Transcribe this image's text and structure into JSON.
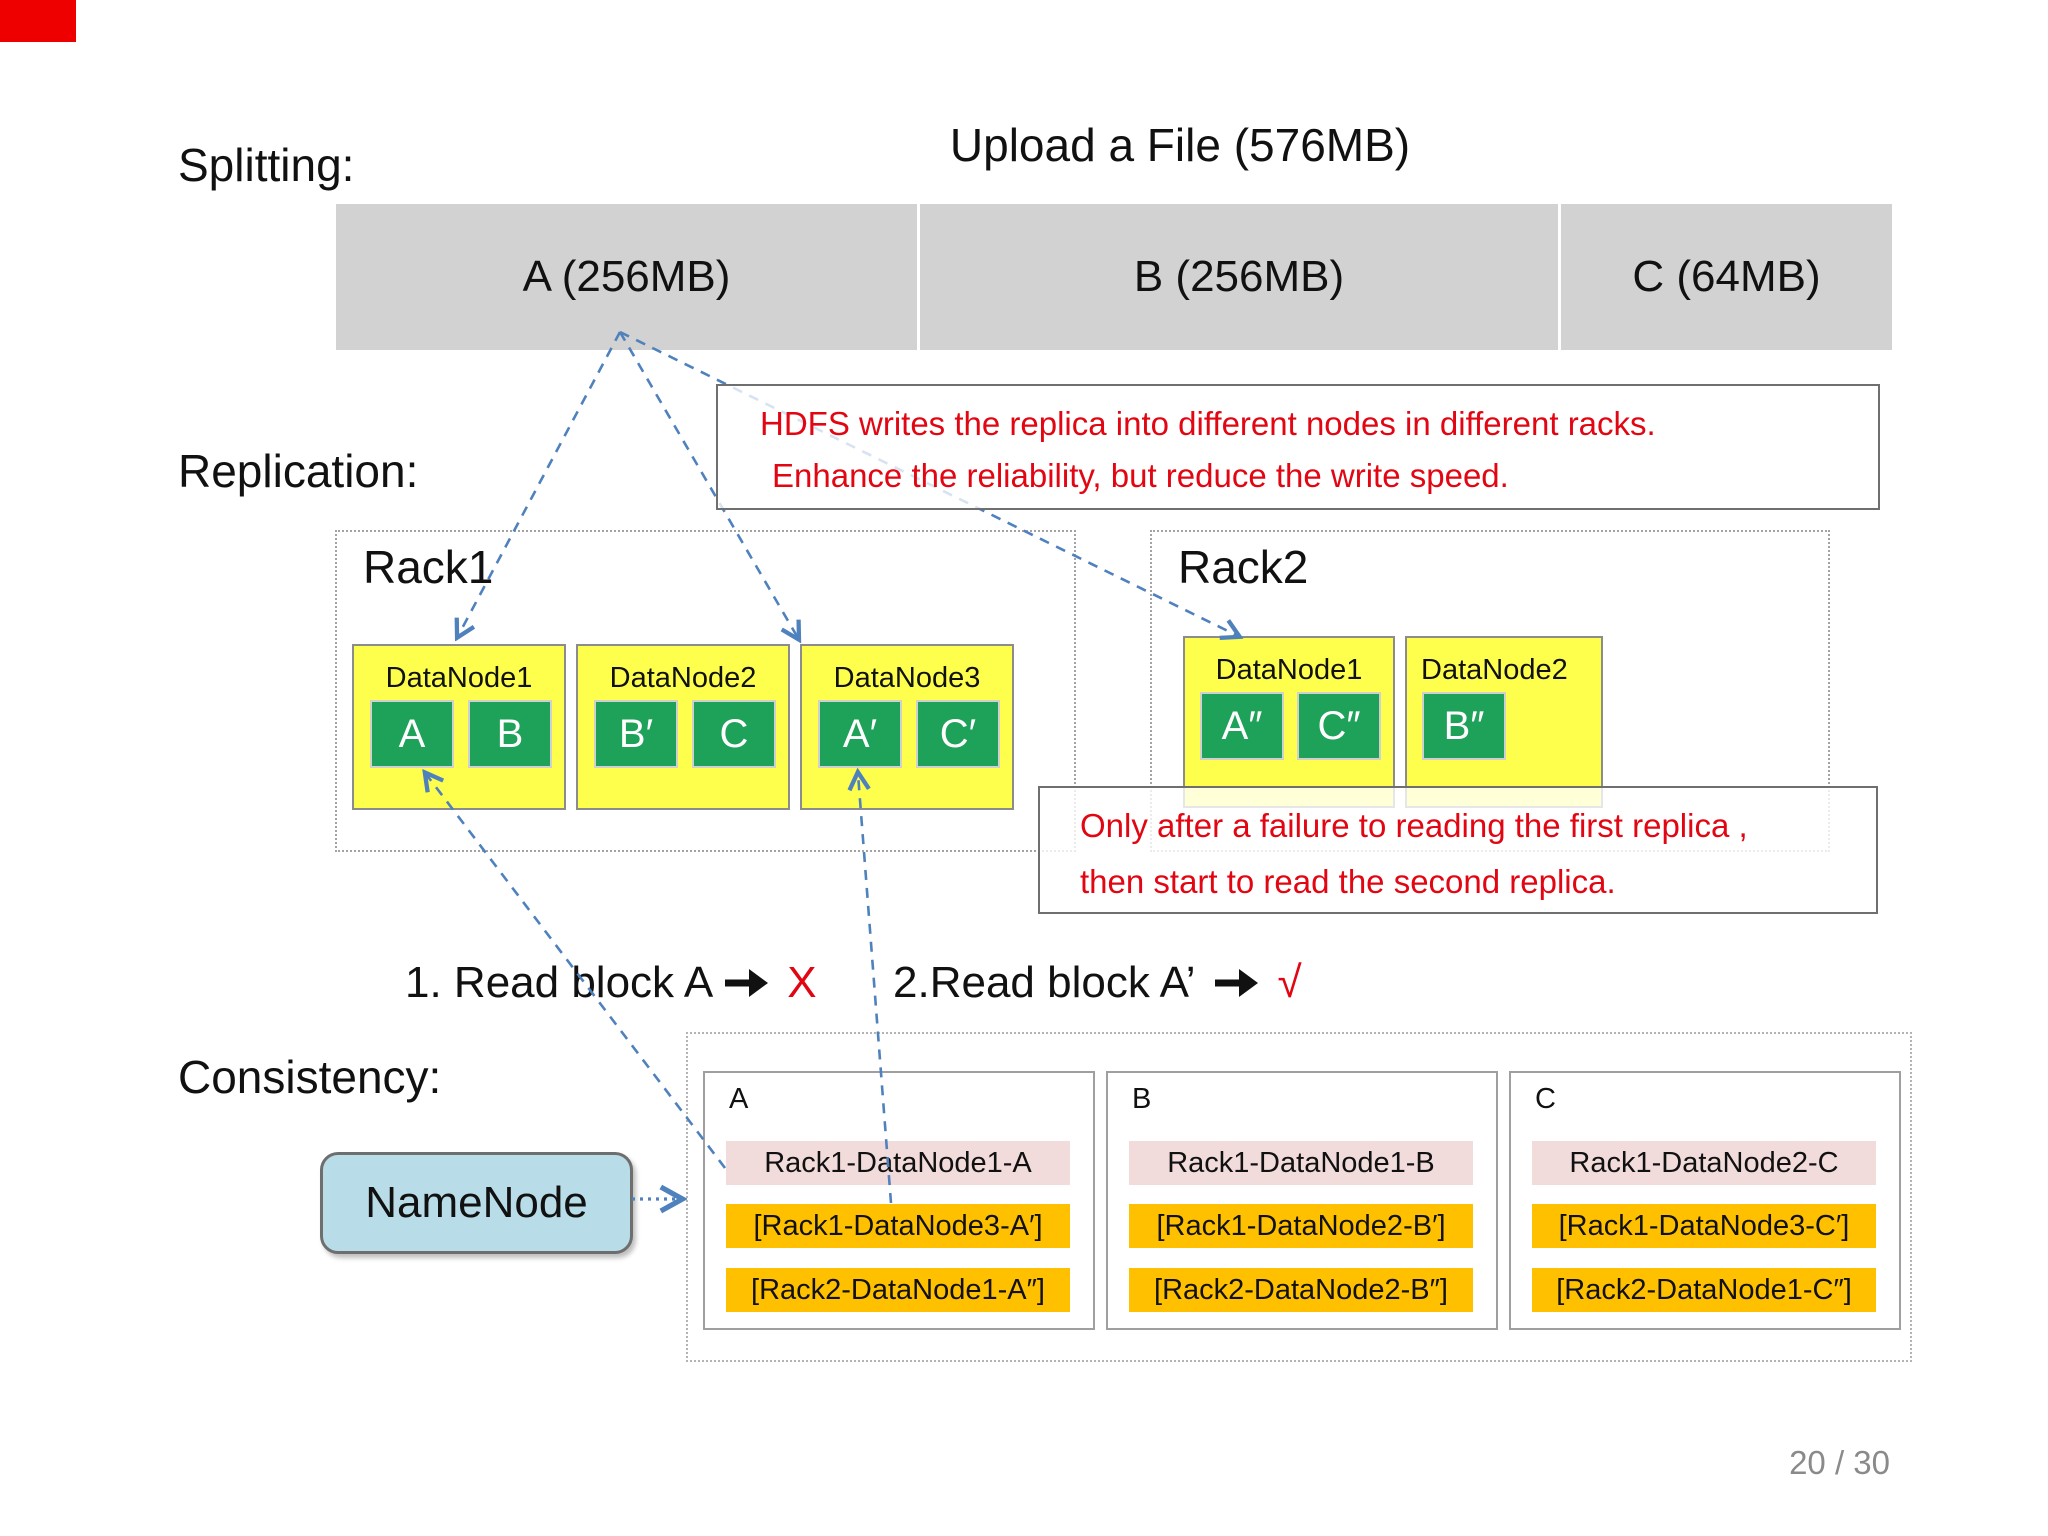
{
  "header": {
    "title": "Upload a File (576MB)",
    "page_number": "20 / 30"
  },
  "section_labels": {
    "splitting": "Splitting:",
    "replication": "Replication:",
    "consistency": "Consistency:"
  },
  "file_bar": {
    "segments": [
      {
        "label": "A (256MB)"
      },
      {
        "label": "B (256MB)"
      },
      {
        "label": "C (64MB)"
      }
    ]
  },
  "notes": {
    "replication_note": {
      "line1": "HDFS writes the replica into different nodes in different racks.",
      "line2": "Enhance the reliability, but reduce the write speed."
    },
    "read_note": {
      "line1": "Only after a failure to reading the first replica ,",
      "line2": "then start to read the second replica."
    }
  },
  "racks": [
    {
      "name": "Rack1",
      "datanodes": [
        {
          "name": "DataNode1",
          "blocks": [
            "A",
            "B"
          ]
        },
        {
          "name": "DataNode2",
          "blocks": [
            "B′",
            "C"
          ]
        },
        {
          "name": "DataNode3",
          "blocks": [
            "A′",
            "C′"
          ]
        }
      ]
    },
    {
      "name": "Rack2",
      "datanodes": [
        {
          "name": "DataNode1",
          "blocks": [
            "A″",
            "C″"
          ]
        },
        {
          "name": "DataNode2",
          "blocks": [
            "B″"
          ]
        }
      ]
    }
  ],
  "read_steps": [
    {
      "label": "1. Read block A",
      "result": "X"
    },
    {
      "label": "2.Read block A’",
      "result": "√"
    }
  ],
  "namenode_label": "NameNode",
  "metadata_boxes": [
    {
      "label": "A",
      "rows": [
        "Rack1-DataNode1-A",
        "[Rack1-DataNode3-A′]",
        "[Rack2-DataNode1-A″]"
      ]
    },
    {
      "label": "B",
      "rows": [
        "Rack1-DataNode1-B",
        "[Rack1-DataNode2-B′]",
        "[Rack2-DataNode2-B″]"
      ]
    },
    {
      "label": "C",
      "rows": [
        "Rack1-DataNode2-C",
        "[Rack1-DataNode3-C′]",
        "[Rack2-DataNode1-C″]"
      ]
    }
  ],
  "colors": {
    "accent_red": "#e20613",
    "corner_red": "#ee0000",
    "bar_gray": "#d2d2d2",
    "node_yellow": "#feff4d",
    "block_green": "#1ea25a",
    "replica_orange": "#ffc000",
    "primary_pink": "#f2dcdb",
    "namenode_blue": "#b9dce9",
    "connector_blue": "#4f81bd",
    "page_gray": "#8a8a8a"
  }
}
